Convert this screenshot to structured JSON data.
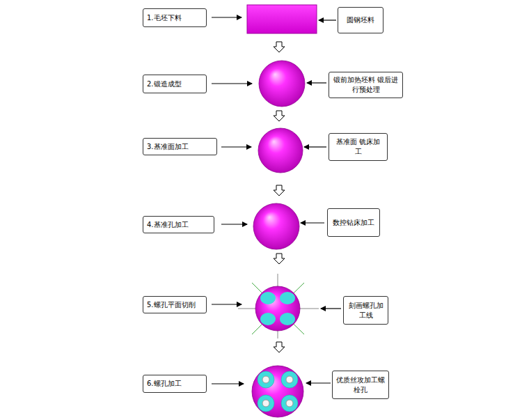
{
  "diagram": {
    "nodes": [
      {
        "text": [
          "1.毛坯下料"
        ]
      },
      {
        "text": [
          "圆钢坯料"
        ]
      },
      {
        "text": [
          "2.锻造成型"
        ]
      },
      {
        "text": [
          "锻前加热坯料 锻后进行预处理"
        ]
      },
      {
        "text": [
          "3.基准面加工"
        ]
      },
      {
        "text": [
          "基准面 铣床加工"
        ]
      },
      {
        "text": [
          "4.基准孔加工"
        ]
      },
      {
        "text": [
          "数控钻床加工"
        ]
      },
      {
        "text": [
          "5.螺孔平面切削"
        ]
      },
      {
        "text": [
          "刻画螺孔加工线"
        ]
      },
      {
        "text": [
          "6.螺孔加工"
        ]
      },
      {
        "text": [
          "优质丝攻加工螺栓孔"
        ]
      }
    ]
  }
}
